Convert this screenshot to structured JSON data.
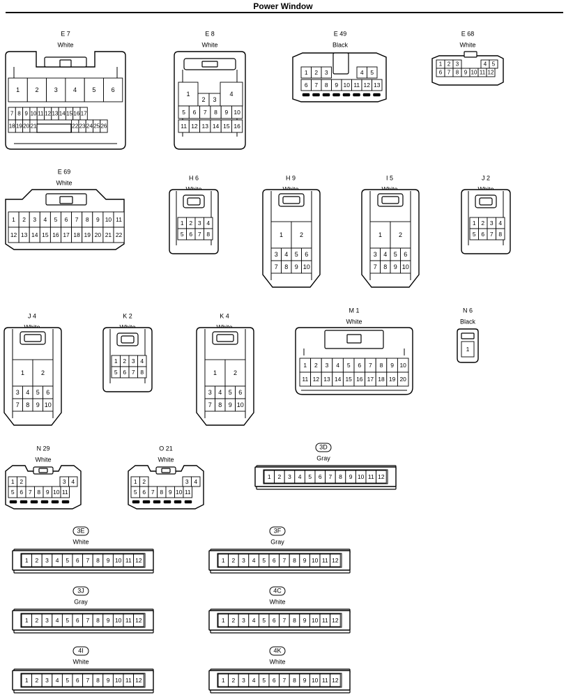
{
  "title": "Power Window",
  "connectors": [
    {
      "id": "E 7",
      "color": "White"
    },
    {
      "id": "E 8",
      "color": "White"
    },
    {
      "id": "E 49",
      "color": "Black"
    },
    {
      "id": "E 68",
      "color": "White"
    },
    {
      "id": "E 69",
      "color": "White"
    },
    {
      "id": "H 6",
      "color": "White"
    },
    {
      "id": "H 9",
      "color": "White"
    },
    {
      "id": "I 5",
      "color": "White"
    },
    {
      "id": "J 2",
      "color": "White"
    },
    {
      "id": "J 4",
      "color": "White"
    },
    {
      "id": "K 2",
      "color": "White"
    },
    {
      "id": "K 4",
      "color": "White"
    },
    {
      "id": "M 1",
      "color": "White"
    },
    {
      "id": "N 6",
      "color": "Black"
    },
    {
      "id": "N 29",
      "color": "White"
    },
    {
      "id": "O 21",
      "color": "White"
    },
    {
      "id": "3D",
      "color": "Gray"
    },
    {
      "id": "3E",
      "color": "White"
    },
    {
      "id": "3F",
      "color": "Gray"
    },
    {
      "id": "3J",
      "color": "Gray"
    },
    {
      "id": "4C",
      "color": "White"
    },
    {
      "id": "4I",
      "color": "White"
    },
    {
      "id": "4K",
      "color": "White"
    }
  ]
}
